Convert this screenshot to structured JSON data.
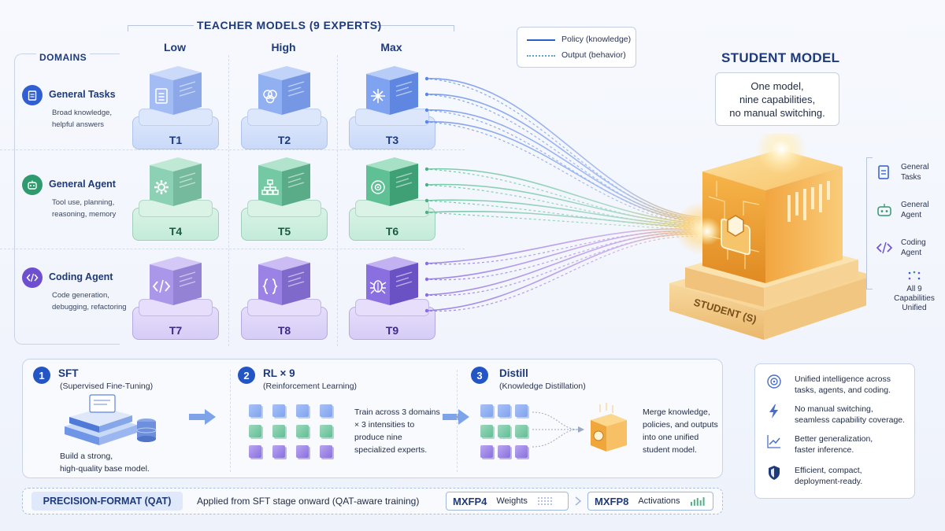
{
  "domains": {
    "title": "DOMAINS",
    "items": [
      {
        "name": "General Tasks",
        "desc": [
          "Broad knowledge,",
          "helpful answers"
        ],
        "color": "#2f5fd0"
      },
      {
        "name": "General Agent",
        "desc": [
          "Tool use, planning,",
          "reasoning, memory"
        ],
        "color": "#2f9a6e"
      },
      {
        "name": "Coding Agent",
        "desc": [
          "Code generation,",
          "debugging, refactoring"
        ],
        "color": "#6d4fd0"
      }
    ]
  },
  "teachers": {
    "title": "TEACHER MODELS (9 EXPERTS)",
    "columns": [
      "Low",
      "High",
      "Max"
    ],
    "labels": [
      "T1",
      "T2",
      "T3",
      "T4",
      "T5",
      "T6",
      "T7",
      "T8",
      "T9"
    ],
    "icons": [
      "clipboard-icon",
      "brain-icon",
      "spark-icon",
      "gear-icon",
      "hierarchy-icon",
      "target-icon",
      "code-icon",
      "braces-icon",
      "bug-icon"
    ]
  },
  "legend": {
    "policy": "Policy (knowledge)",
    "output": "Output (behavior)"
  },
  "student": {
    "title": "STUDENT MODEL",
    "box_lines": [
      "One model,",
      "nine capabilities,",
      "no manual switching."
    ],
    "label": "STUDENT (S)",
    "capabilities": [
      {
        "lines": [
          "General",
          "Tasks"
        ],
        "icon": "clipboard-icon"
      },
      {
        "lines": [
          "General",
          "Agent"
        ],
        "icon": "robot-icon"
      },
      {
        "lines": [
          "Coding",
          "Agent"
        ],
        "icon": "code-icon"
      },
      {
        "lines": [
          "All 9",
          "Capabilities",
          "Unified"
        ],
        "icon": "dots-icon"
      }
    ]
  },
  "steps": [
    {
      "num": "1",
      "title": "SFT",
      "sub": "(Supervised Fine-Tuning)",
      "desc": [
        "Build a strong,",
        "high-quality base model."
      ]
    },
    {
      "num": "2",
      "title": "RL × 9",
      "sub": "(Reinforcement Learning)",
      "desc": [
        "Train across 3 domains",
        "× 3 intensities to",
        "produce nine",
        "specialized experts."
      ]
    },
    {
      "num": "3",
      "title": "Distill",
      "sub": "(Knowledge Distillation)",
      "desc": [
        "Merge knowledge,",
        "policies, and outputs",
        "into one unified",
        "student model."
      ]
    }
  ],
  "benefits": [
    {
      "icon": "target-icon",
      "lines": [
        "Unified intelligence across",
        "tasks, agents, and coding."
      ]
    },
    {
      "icon": "lightning-icon",
      "lines": [
        "No manual switching,",
        "seamless capability coverage."
      ]
    },
    {
      "icon": "trend-icon",
      "lines": [
        "Better generalization,",
        "faster inference."
      ]
    },
    {
      "icon": "shield-icon",
      "lines": [
        "Efficient, compact,",
        "deployment-ready."
      ]
    }
  ],
  "precision": {
    "label": "PRECISION-FORMAT (QAT)",
    "text": "Applied from SFT stage onward (QAT-aware training)",
    "formats": [
      {
        "name": "MXFP4",
        "sub": "Weights"
      },
      {
        "name": "MXFP8",
        "sub": "Activations"
      }
    ]
  },
  "colors": {
    "blue": "#5b86e8",
    "green": "#5fbf95",
    "purple": "#8a6fe0",
    "gold": "#f0a63a",
    "navy": "#1e3a7a"
  }
}
